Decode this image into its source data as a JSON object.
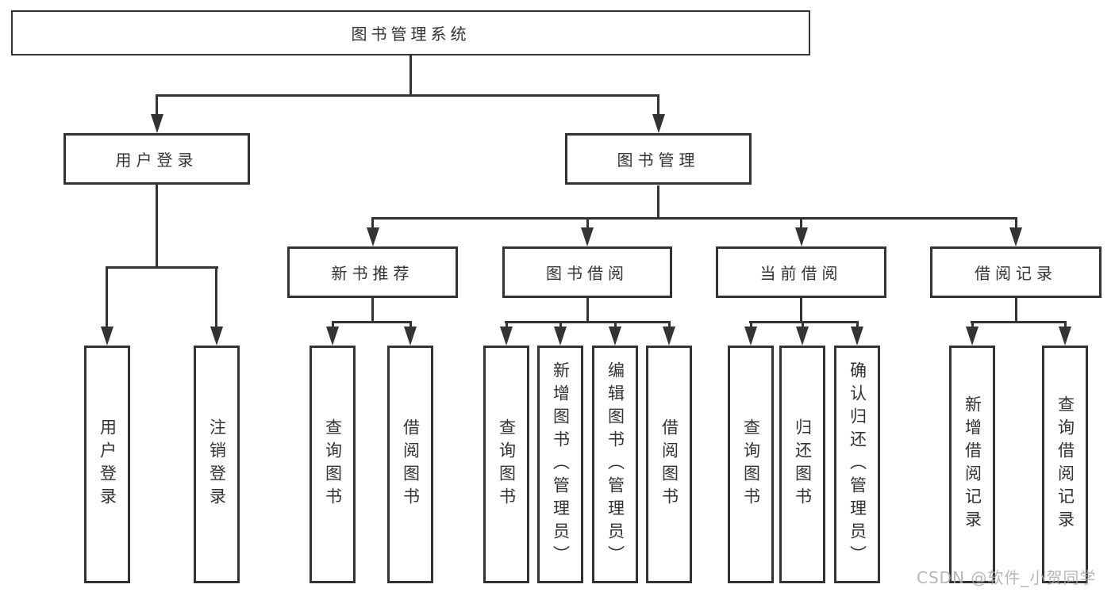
{
  "diagram": {
    "title": "图书管理系统",
    "root": {
      "label": "图书管理系统"
    },
    "level2": [
      {
        "id": "user-login",
        "label": "用户登录"
      },
      {
        "id": "book-management",
        "label": "图书管理"
      }
    ],
    "level3": [
      {
        "id": "new-book-recommend",
        "label": "新书推荐",
        "parent": "图书管理"
      },
      {
        "id": "book-borrow",
        "label": "图书借阅",
        "parent": "图书管理"
      },
      {
        "id": "current-borrow",
        "label": "当前借阅",
        "parent": "图书管理"
      },
      {
        "id": "borrow-records",
        "label": "借阅记录",
        "parent": "图书管理"
      }
    ],
    "leaves": {
      "user_login": [
        "用户登录",
        "注销登录"
      ],
      "new_book": [
        "查询图书",
        "借阅图书"
      ],
      "borrow": [
        "查询图书",
        "新增图书（管理员）",
        "编辑图书（管理员）",
        "借阅图书"
      ],
      "current": [
        "查询图书",
        "归还图书",
        "确认归还（管理员）"
      ],
      "records": [
        "新增借阅记录",
        "查询借阅记录"
      ]
    }
  },
  "watermark": "CSDN @软件_小贺同学",
  "colors": {
    "line": "#333333",
    "box_border": "#333333",
    "text": "#333333",
    "background": "#ffffff",
    "watermark": "#ababab"
  }
}
